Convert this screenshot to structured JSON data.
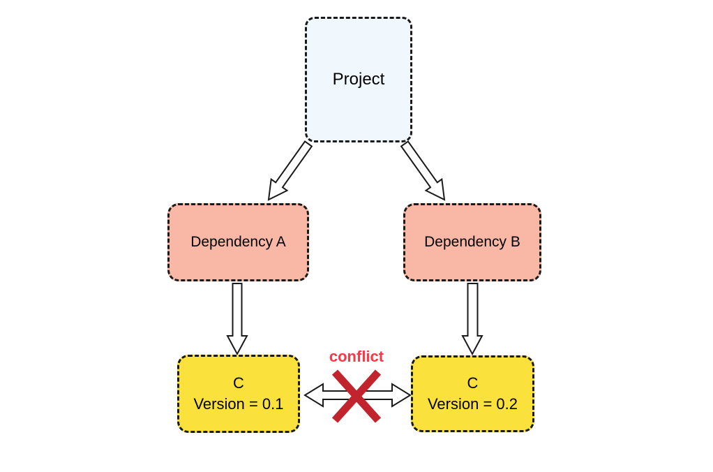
{
  "diagram": {
    "background": "#ffffff",
    "nodes": {
      "project": {
        "label": "Project",
        "fill": "#f0f8fd"
      },
      "dependency_a": {
        "label": "Dependency A",
        "fill": "#f9b7a5"
      },
      "dependency_b": {
        "label": "Dependency B",
        "fill": "#f9b7a5"
      },
      "c_version_01": {
        "name": "C",
        "version": "Version = 0.1",
        "fill": "#fbe13c"
      },
      "c_version_02": {
        "name": "C",
        "version": "Version = 0.2",
        "fill": "#fbe13c"
      }
    },
    "conflict": {
      "label": "conflict",
      "label_color": "#fa3746",
      "cross_color": "#c2242e"
    },
    "arrow_style": {
      "fill": "#ffffff",
      "stroke": "#1a1a1a"
    },
    "edges": [
      {
        "from": "project",
        "to": "dependency_a",
        "type": "arrow"
      },
      {
        "from": "project",
        "to": "dependency_b",
        "type": "arrow"
      },
      {
        "from": "dependency_a",
        "to": "c_version_01",
        "type": "arrow"
      },
      {
        "from": "dependency_b",
        "to": "c_version_02",
        "type": "arrow"
      },
      {
        "from": "c_version_01",
        "to": "c_version_02",
        "type": "double-arrow-conflict"
      }
    ]
  }
}
